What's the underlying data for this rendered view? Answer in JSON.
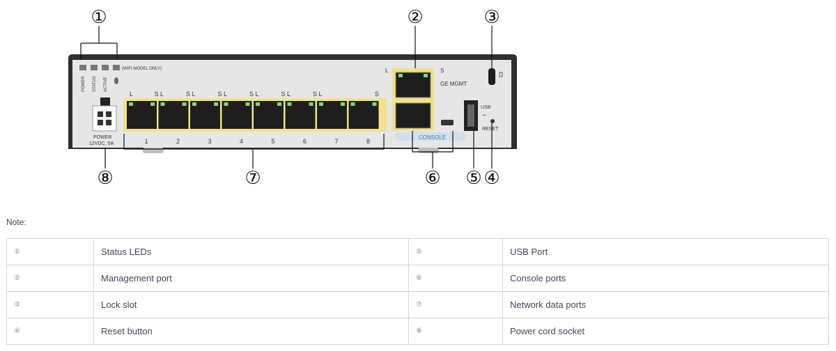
{
  "callouts": [
    "①",
    "②",
    "③",
    "④",
    "⑤",
    "⑥",
    "⑦",
    "⑧"
  ],
  "device": {
    "led_labels": [
      "POWER",
      "STATUS",
      "ACTIVE"
    ],
    "wifi_note": "(WIFI MODEL ONLY)",
    "power_label_1": "POWER",
    "power_label_2": "12VDC, 5A",
    "port_numbers": [
      "1",
      "2",
      "3",
      "4",
      "5",
      "6",
      "7",
      "8"
    ],
    "port_top_labels": [
      "L",
      "S L",
      "S L",
      "S L",
      "S L",
      "S L",
      "S L",
      "S"
    ],
    "mgmt_l": "L",
    "mgmt_s": "S",
    "mgmt_label": "GE MGMT",
    "console_label": "CONSOLE",
    "usb_label": "USB",
    "usb_symbol": "⭠",
    "reset_label": "RESET",
    "lock_symbol": "🔒"
  },
  "note_label": "Note:",
  "legend": [
    {
      "n1": "①",
      "l1": "Status LEDs",
      "n2": "⑤",
      "l2": "USB Port"
    },
    {
      "n1": "②",
      "l1": "Management port",
      "n2": "⑥",
      "l2": "Console ports"
    },
    {
      "n1": "③",
      "l1": "Lock slot",
      "n2": "⑦",
      "l2": "Network data ports"
    },
    {
      "n1": "④",
      "l1": "Reset button",
      "n2": "⑧",
      "l2": "Power cord socket"
    }
  ],
  "colors": {
    "chassis": "#3a3a3a",
    "panel": "#e8e8e8",
    "port_border": "#f0d060",
    "link_led": "#7ad87a",
    "console_band": "#cfe0ee"
  }
}
